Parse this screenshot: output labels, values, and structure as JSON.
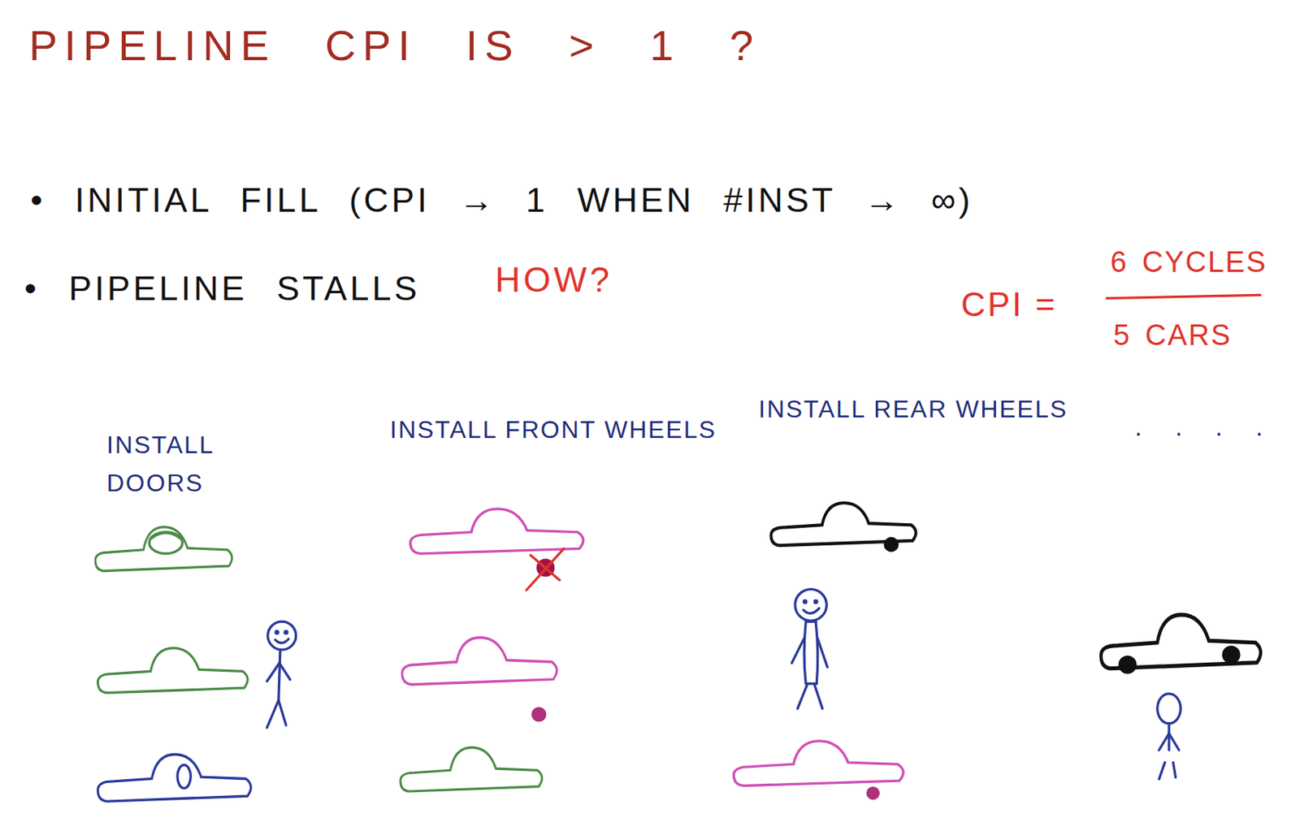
{
  "diagram": {
    "title": "PIPELINE CPI IS > 1 ?",
    "labels": [
      "• INITIAL FILL (CPI → 1 WHEN #INST → ∞)",
      "• PIPELINE STALLS",
      "HOW?",
      "CPI =",
      "6 CYCLES",
      "5 CARS",
      "INSTALL DOORS",
      "INSTALL FRONT WHEELS",
      "INSTALL REAR WHEELS",
      ". . . ."
    ]
  }
}
